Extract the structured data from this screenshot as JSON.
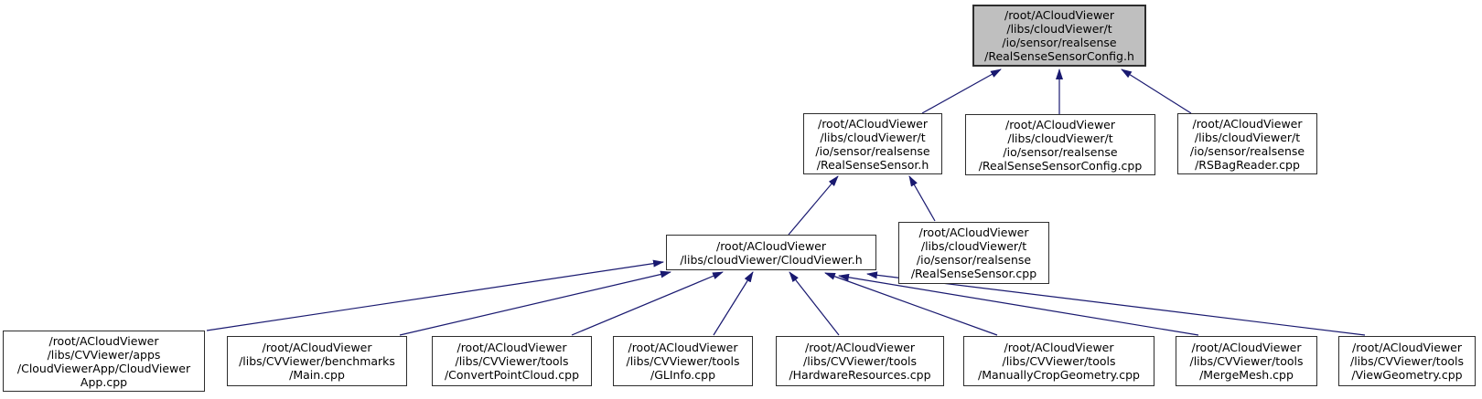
{
  "diagram": {
    "type": "include-dependency-graph",
    "colors": {
      "background": "#ffffff",
      "arrow": "#191970",
      "node_border": "#2d2d2d",
      "node_fill": "#ffffff",
      "highlight_node_fill": "#bfbfbf",
      "text": "#000000"
    },
    "nodes": [
      {
        "id": "realsensesensorconfig-h",
        "highlighted": true,
        "lines": [
          "/root/ACloudViewer",
          "/libs/cloudViewer/t",
          "/io/sensor/realsense",
          "/RealSenseSensorConfig.h"
        ]
      },
      {
        "id": "realsensesensor-h",
        "lines": [
          "/root/ACloudViewer",
          "/libs/cloudViewer/t",
          "/io/sensor/realsense",
          "/RealSenseSensor.h"
        ]
      },
      {
        "id": "realsensesensorconfig-cpp",
        "lines": [
          "/root/ACloudViewer",
          "/libs/cloudViewer/t",
          "/io/sensor/realsense",
          "/RealSenseSensorConfig.cpp"
        ]
      },
      {
        "id": "rsbagreader-cpp",
        "lines": [
          "/root/ACloudViewer",
          "/libs/cloudViewer/t",
          "/io/sensor/realsense",
          "/RSBagReader.cpp"
        ]
      },
      {
        "id": "cloudviewer-h",
        "lines": [
          "/root/ACloudViewer",
          "/libs/cloudViewer/CloudViewer.h"
        ]
      },
      {
        "id": "realsensesensor-cpp",
        "lines": [
          "/root/ACloudViewer",
          "/libs/cloudViewer/t",
          "/io/sensor/realsense",
          "/RealSenseSensor.cpp"
        ]
      },
      {
        "id": "cloudviewerapp-cpp",
        "lines": [
          "/root/ACloudViewer",
          "/libs/CVViewer/apps",
          "/CloudViewerApp/CloudViewer",
          "App.cpp"
        ]
      },
      {
        "id": "main-cpp",
        "lines": [
          "/root/ACloudViewer",
          "/libs/CVViewer/benchmarks",
          "/Main.cpp"
        ]
      },
      {
        "id": "convertpointcloud-cpp",
        "lines": [
          "/root/ACloudViewer",
          "/libs/CVViewer/tools",
          "/ConvertPointCloud.cpp"
        ]
      },
      {
        "id": "glinfo-cpp",
        "lines": [
          "/root/ACloudViewer",
          "/libs/CVViewer/tools",
          "/GLInfo.cpp"
        ]
      },
      {
        "id": "hardwareresources-cpp",
        "lines": [
          "/root/ACloudViewer",
          "/libs/CVViewer/tools",
          "/HardwareResources.cpp"
        ]
      },
      {
        "id": "manuallycropgeometry-cpp",
        "lines": [
          "/root/ACloudViewer",
          "/libs/CVViewer/tools",
          "/ManuallyCropGeometry.cpp"
        ]
      },
      {
        "id": "mergemesh-cpp",
        "lines": [
          "/root/ACloudViewer",
          "/libs/CVViewer/tools",
          "/MergeMesh.cpp"
        ]
      },
      {
        "id": "viewgeometry-cpp",
        "lines": [
          "/root/ACloudViewer",
          "/libs/CVViewer/tools",
          "/ViewGeometry.cpp"
        ]
      }
    ],
    "edges": [
      {
        "from": "realsensesensor-h",
        "to": "realsensesensorconfig-h"
      },
      {
        "from": "realsensesensorconfig-cpp",
        "to": "realsensesensorconfig-h"
      },
      {
        "from": "rsbagreader-cpp",
        "to": "realsensesensorconfig-h"
      },
      {
        "from": "cloudviewer-h",
        "to": "realsensesensor-h"
      },
      {
        "from": "realsensesensor-cpp",
        "to": "realsensesensor-h"
      },
      {
        "from": "cloudviewerapp-cpp",
        "to": "cloudviewer-h"
      },
      {
        "from": "main-cpp",
        "to": "cloudviewer-h"
      },
      {
        "from": "convertpointcloud-cpp",
        "to": "cloudviewer-h"
      },
      {
        "from": "glinfo-cpp",
        "to": "cloudviewer-h"
      },
      {
        "from": "hardwareresources-cpp",
        "to": "cloudviewer-h"
      },
      {
        "from": "manuallycropgeometry-cpp",
        "to": "cloudviewer-h"
      },
      {
        "from": "mergemesh-cpp",
        "to": "cloudviewer-h"
      },
      {
        "from": "viewgeometry-cpp",
        "to": "cloudviewer-h"
      }
    ]
  }
}
